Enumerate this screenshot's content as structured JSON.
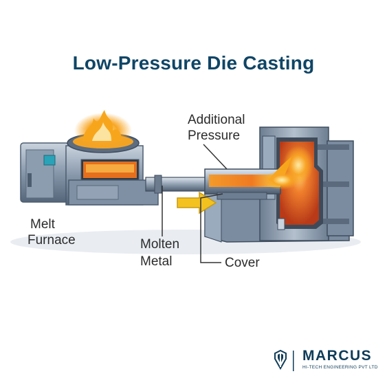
{
  "title": "Low-Pressure Die Casting",
  "labels": {
    "additional_pressure_line1": "Additional",
    "additional_pressure_line2": "Pressure",
    "melt_furnace_line1": "Melt",
    "melt_furnace_line2": "Furnace",
    "molten_metal_line1": "Molten",
    "molten_metal_line2": "Metal",
    "cover": "Cover"
  },
  "logo": {
    "wordmark": "MARCUS",
    "subtitle": "HI-TECH ENGINEERING PVT LTD"
  },
  "colors": {
    "title": "#0f4566",
    "steel": "#7d8fa3",
    "steel_dark": "#4d5d70",
    "molten": "#e4571c",
    "flame": "#f7a61c",
    "arrow": "#f4c21f"
  }
}
